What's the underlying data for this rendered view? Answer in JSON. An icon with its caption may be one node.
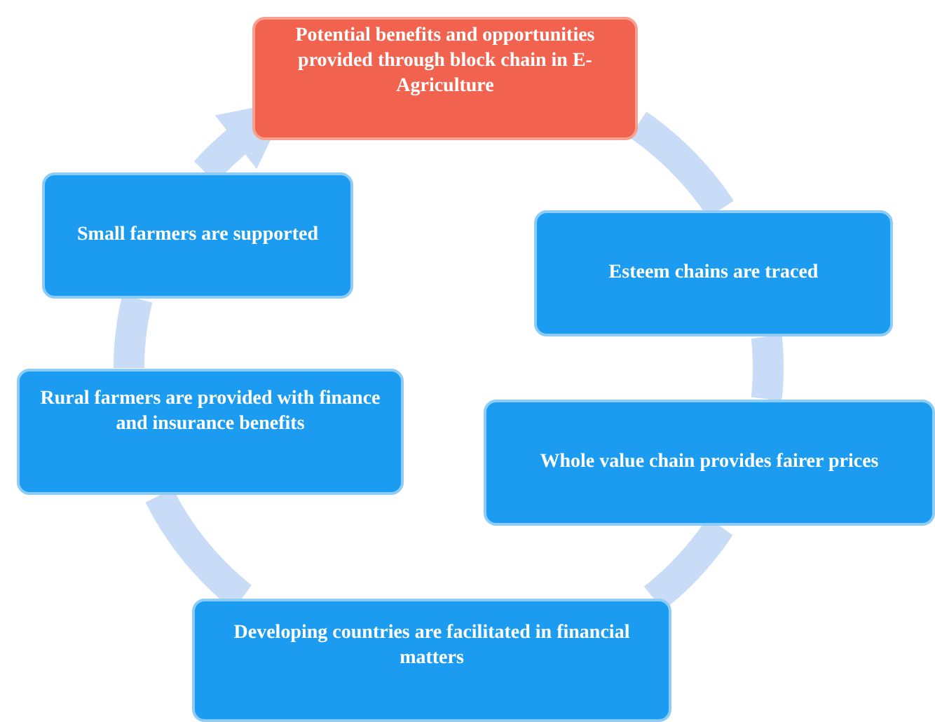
{
  "diagram": {
    "nodes": [
      {
        "text": [
          "Potential benefits and opportunities provided through block chain in E-Agriculture"
        ]
      },
      {
        "text": [
          "Small farmers are supported"
        ]
      },
      {
        "text": [
          "Esteem chains are traced"
        ]
      },
      {
        "text": [
          "Rural farmers are provided with finance and insurance benefits"
        ]
      },
      {
        "text": [
          "Whole value chain provides fairer prices"
        ]
      },
      {
        "text": [
          "Developing countries are facilitated in financial matters"
        ]
      }
    ],
    "edges": [
      {
        "from": 0,
        "to": 2,
        "arrow": "none"
      },
      {
        "from": 2,
        "to": 4,
        "arrow": "none"
      },
      {
        "from": 4,
        "to": 5,
        "arrow": "none"
      },
      {
        "from": 5,
        "to": 3,
        "arrow": "none"
      },
      {
        "from": 3,
        "to": 1,
        "arrow": "none"
      },
      {
        "from": 1,
        "to": 0,
        "arrow": "to"
      }
    ]
  }
}
